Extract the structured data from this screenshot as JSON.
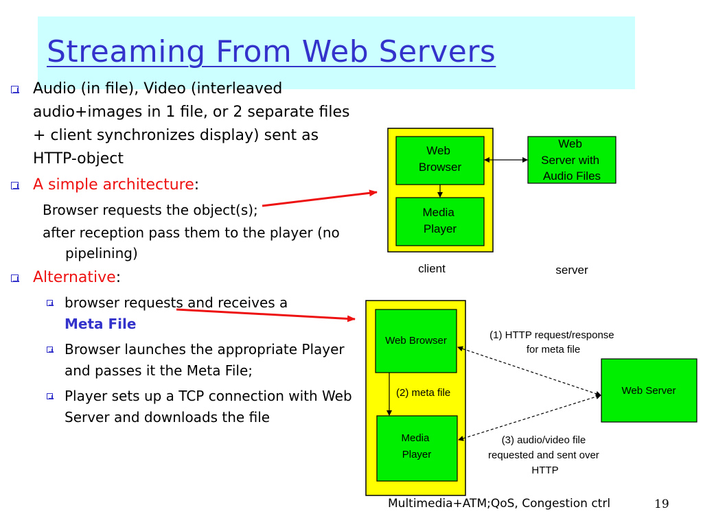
{
  "slide": {
    "title": "Streaming From Web Servers",
    "footer": "Multimedia+ATM;QoS, Congestion ctrl",
    "page_number": "19"
  },
  "bullets": {
    "b1": "Audio (in file), Video (interleaved audio+images in 1 file, or 2 separate files + client synchronizes display) sent as HTTP-object",
    "b2_label": "A simple architecture",
    "b2_colon": ":",
    "b2_sub1": "Browser requests the object(s);",
    "b2_sub2": "after reception pass them to the player (no pipelining)",
    "b3_label": "Alternative",
    "b3_colon": ":",
    "b3_sub1_text": "browser requests and receives a",
    "b3_sub1_bold": "Meta File",
    "b3_sub2": "Browser launches the appropriate Player and passes it the Meta File;",
    "b3_sub3": "Player sets up a TCP connection with Web Server and downloads the file"
  },
  "diagram1": {
    "web_browser": [
      "Web",
      "Browser"
    ],
    "media_player": [
      "Media",
      "Player"
    ],
    "web_server": [
      "Web",
      "Server with",
      "Audio Files"
    ],
    "client_label": "client",
    "server_label": "server"
  },
  "diagram2": {
    "web_browser": "Web Browser",
    "media_player": [
      "Media",
      "Player"
    ],
    "web_server": "Web Server",
    "step1": [
      "(1) HTTP request/response",
      "for meta file"
    ],
    "step2": "(2)  meta file",
    "step3": [
      "(3) audio/video file",
      "requested and sent over",
      "HTTP"
    ]
  },
  "colors": {
    "title": "#3333cc",
    "title_band": "#ccffff",
    "highlight_red": "#ee1111",
    "client_yellow": "#ffff00",
    "box_green": "#00ee00"
  }
}
